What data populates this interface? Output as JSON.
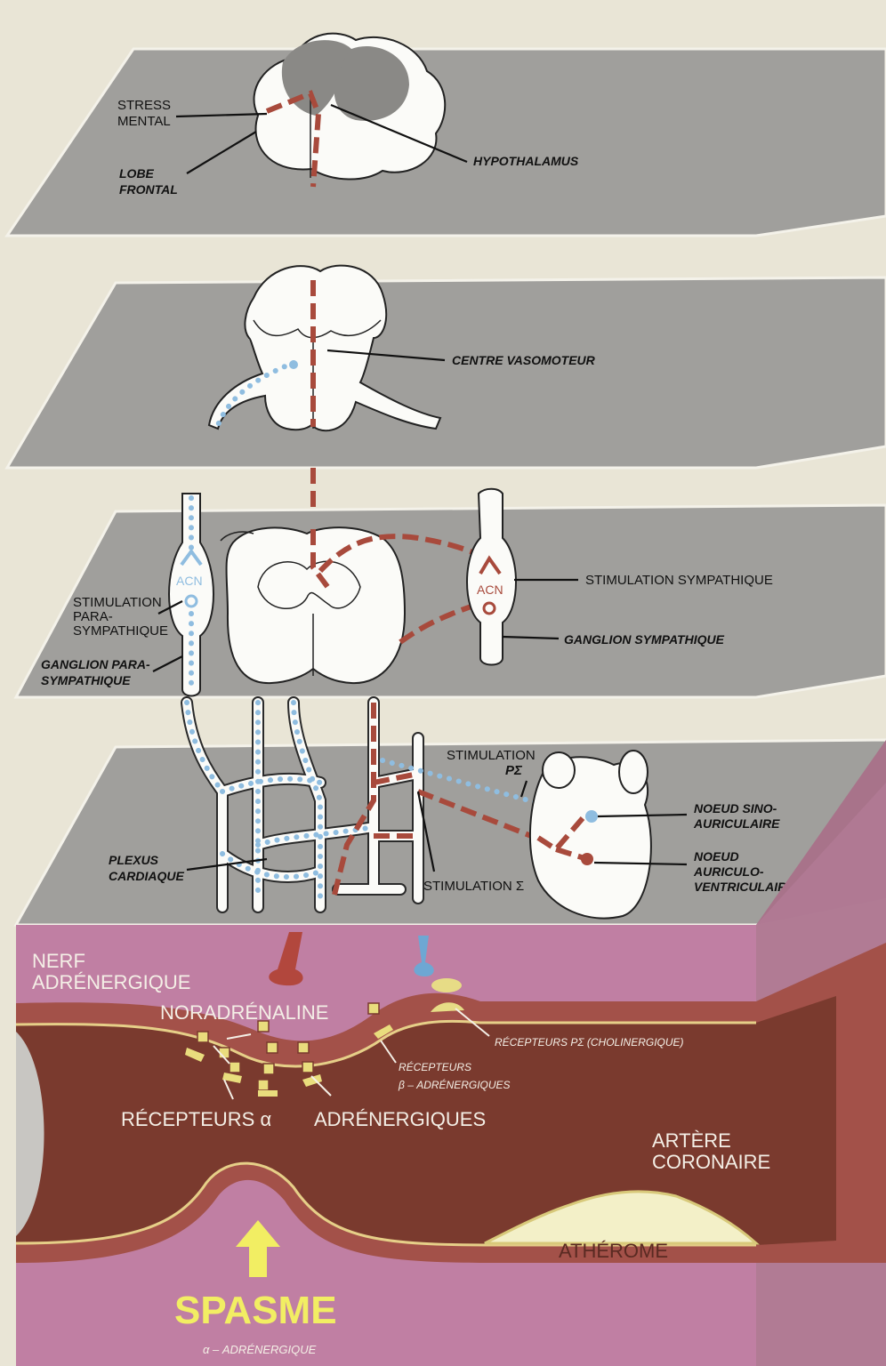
{
  "labels": {
    "stress_mental": [
      "STRESS",
      "MENTAL"
    ],
    "lobe_frontal": [
      "LOBE",
      "FRONTAL"
    ],
    "hypothalamus": "HYPOTHALAMUS",
    "centre_vasomoteur": "CENTRE VASOMOTEUR",
    "acn": "ACN",
    "stimulation_para": [
      "STIMULATION",
      "PARA-",
      "SYMPATHIQUE"
    ],
    "ganglion_para": [
      "GANGLION PARA-",
      "SYMPATHIQUE"
    ],
    "stimulation_sympathique": "STIMULATION SYMPATHIQUE",
    "ganglion_sympathique": "GANGLION SYMPATHIQUE",
    "stimulation_psigma": [
      "STIMULATION",
      "PΣ"
    ],
    "plexus_cardiaque": [
      "PLEXUS",
      "CARDIAQUE"
    ],
    "stimulation_sigma": "STIMULATION Σ",
    "noeud_sino": [
      "NOEUD SINO-",
      "AURICULAIRE"
    ],
    "noeud_av": [
      "NOEUD",
      "AURICULO-",
      "VENTRICULAIRE"
    ],
    "nerf_adrenergique": [
      "NERF",
      "ADRÉNERGIQUE"
    ],
    "noradrenaline": "NORADRÉNALINE",
    "recepteurs_psigma": "RÉCEPTEURS PΣ (CHOLINERGIQUE)",
    "recepteurs_beta": [
      "RÉCEPTEURS",
      "β – ADRÉNERGIQUES"
    ],
    "recepteurs_alpha": "RÉCEPTEURS α",
    "adrenergiques": "ADRÉNERGIQUES",
    "artere_coronaire": [
      "ARTÈRE",
      "CORONAIRE"
    ],
    "atherome": "ATHÉROME",
    "spasme": "SPASME",
    "alpha_adrenergique": "α – ADRÉNERGIQUE"
  },
  "colors": {
    "sympathetic": "#a84a3c",
    "parasympathetic": "#8fbde0",
    "plane": "#a09f9c",
    "wall": "#8e3d35",
    "lumen": "#7a3a2e",
    "background_tissue": "#c07fa3",
    "arrow": "#f2ee63"
  }
}
